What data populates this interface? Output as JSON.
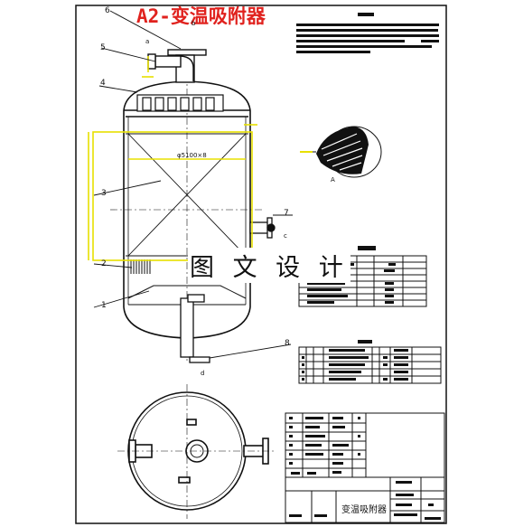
{
  "title": "A2-变温吸附器",
  "watermark": "图 文 设 计",
  "title_block_name": "变温吸附器",
  "detail_label": "A",
  "diameter_label": "φ5100×8",
  "part_labels": [
    "1",
    "2",
    "3",
    "4",
    "5",
    "6",
    "7",
    "8"
  ],
  "nozzle_labels": {
    "a": "a",
    "b": "b",
    "c": "c",
    "d": "d"
  },
  "colors": {
    "title": "#e0221e",
    "hatch_yellow": "#e8e000",
    "line": "#111111"
  }
}
